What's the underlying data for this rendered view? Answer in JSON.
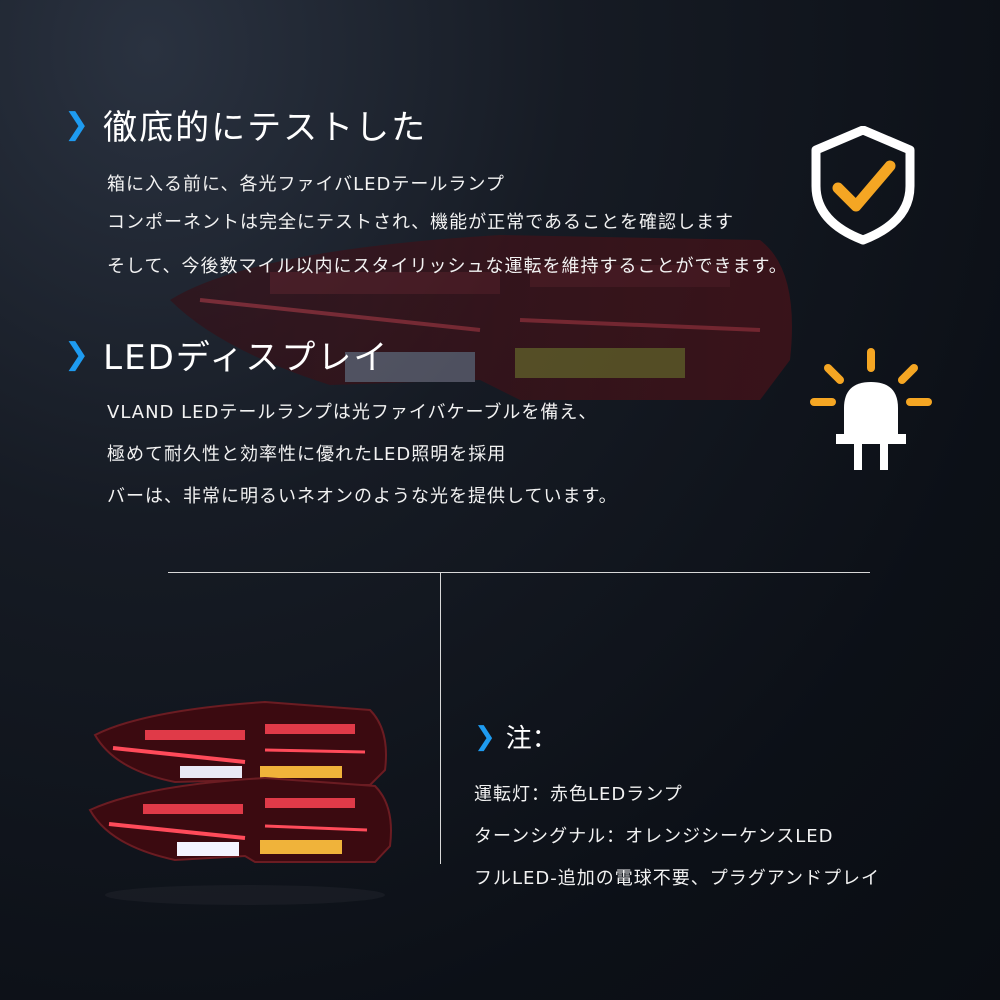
{
  "section1": {
    "title": "徹底的にテストした",
    "lines": [
      "箱に入る前に、各光ファイバLEDテールランプ",
      "コンポーネントは完全にテストされ、機能が正常であることを確認します",
      "そして、今後数マイル以内にスタイリッシュな運転を維持することができます。"
    ],
    "icon": "shield-check-icon"
  },
  "section2": {
    "title": "LEDディスプレイ",
    "lines": [
      "VLAND LEDテールランプは光ファイバケーブルを備え、",
      "極めて耐久性と効率性に優れたLED照明を採用",
      "バーは、非常に明るいネオンのような光を提供しています。"
    ],
    "icon": "led-bulb-icon"
  },
  "note": {
    "title": "注：",
    "lines": [
      "運転灯：赤色LEDランプ",
      "ターンシグナル：オレンジシーケンスLED",
      "フルLED-追加の電球不要、プラグアンドプレイ"
    ]
  },
  "colors": {
    "accent_blue": "#1e9bf0",
    "accent_orange": "#f5a623",
    "background": "#0f141c"
  }
}
